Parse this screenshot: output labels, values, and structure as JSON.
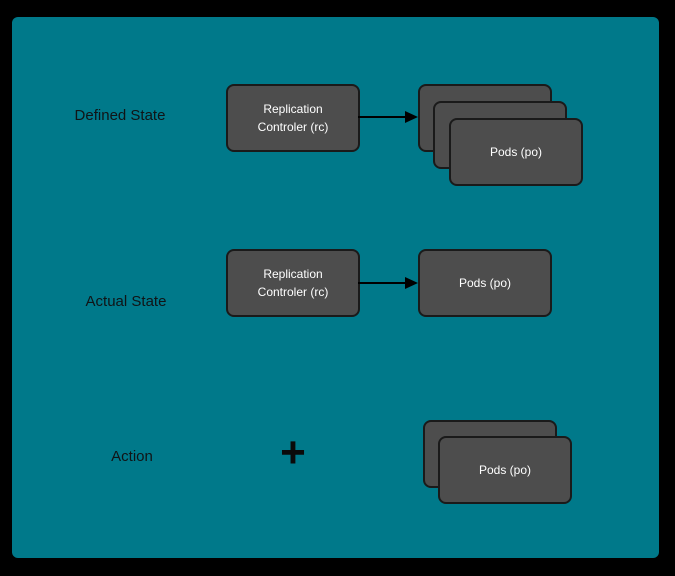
{
  "colors": {
    "frame": "#000000",
    "canvas": "#00798A",
    "node_fill": "#4D4D4D",
    "node_border": "#1A1A1A",
    "node_text": "#FFFFFF",
    "label_text": "#101416",
    "arrow": "#000000"
  },
  "rows": {
    "defined": {
      "label": "Defined State",
      "controller": "Replication\nControler (rc)",
      "pods": "Pods (po)",
      "pod_count": 3
    },
    "actual": {
      "label": "Actual State",
      "controller": "Replication\nControler (rc)",
      "pods": "Pods (po)",
      "pod_count": 1
    },
    "action": {
      "label": "Action",
      "operator": "+",
      "pods": "Pods (po)",
      "pod_count": 2
    }
  }
}
